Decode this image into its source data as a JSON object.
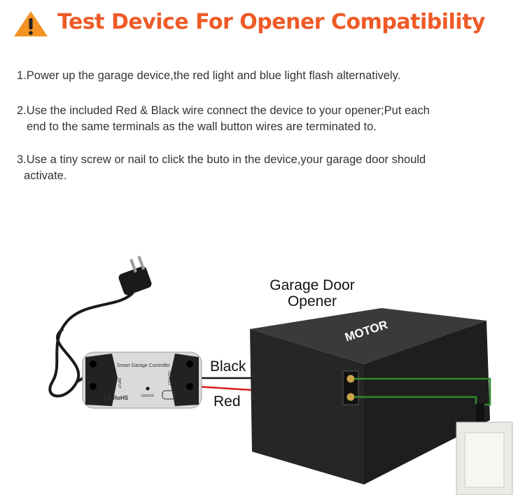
{
  "header": {
    "title": "Test Device For Opener Compatibility",
    "icon": "warning-triangle-icon",
    "title_color": "#ef5a26",
    "icon_color": "#f39322"
  },
  "steps": [
    {
      "line1": "1.Power up the garage device,the red light and blue light flash alternatively.",
      "line2": ""
    },
    {
      "line1": "2.Use the included Red & Black wire connect the device to your opener;Put each",
      "line2": "end to the same terminals as the wall button wires are terminated to."
    },
    {
      "line1": "3.Use a tiny screw or nail to click the buto in the device,your garage door should",
      "line2": "activate."
    }
  ],
  "diagram": {
    "opener_label_1": "Garage Door",
    "opener_label_2": "Opener",
    "motor_label": "MOTOR",
    "wire_black": "Black",
    "wire_red": "Red",
    "device": {
      "name": "Smart Garage Controller",
      "input_label": "INPUT",
      "output_label": "OUTPUT",
      "button_label": "ON/OFF",
      "cert": "CE RoHS"
    }
  }
}
